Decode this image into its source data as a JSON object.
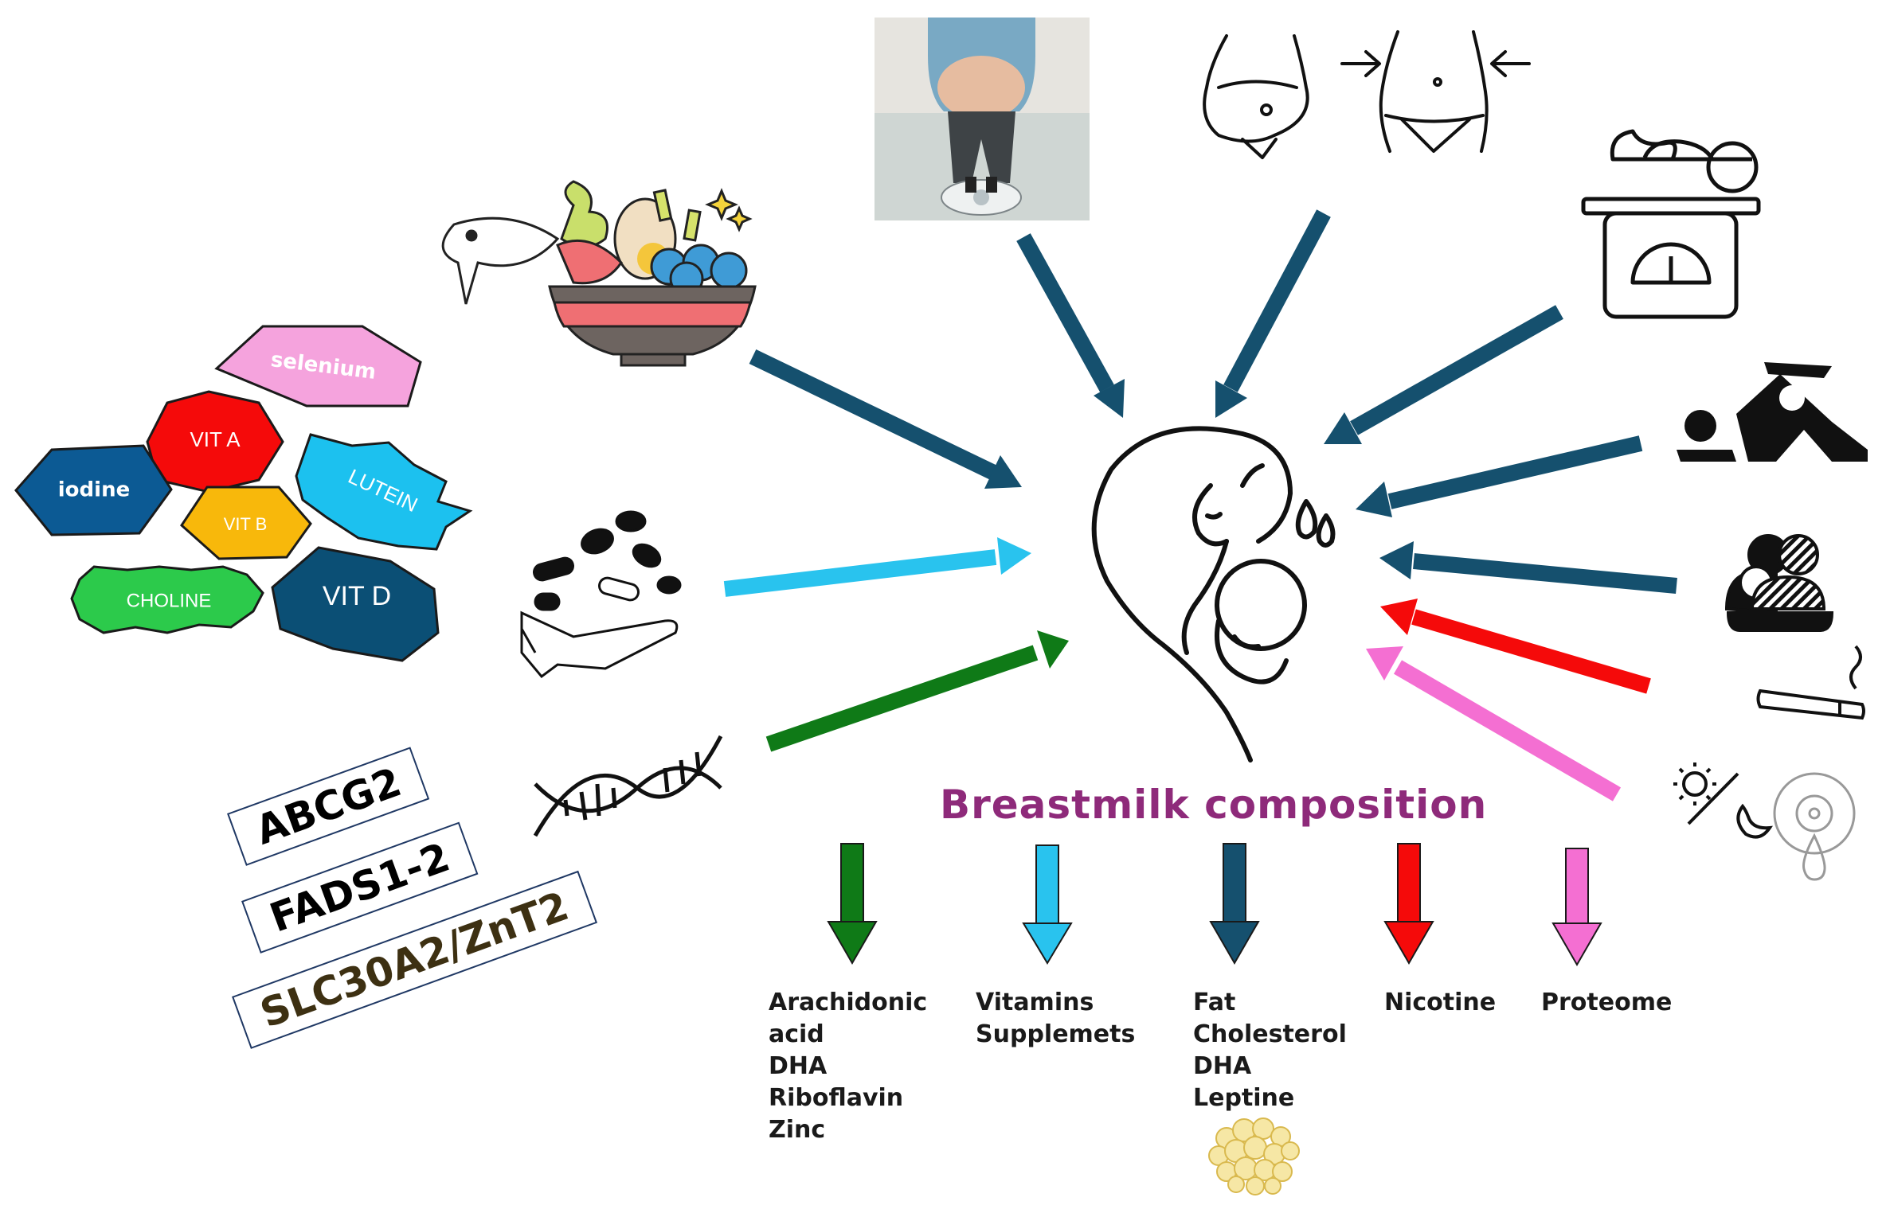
{
  "title": "Breastmilk composition",
  "colors": {
    "navy": "#15506e",
    "sky": "#29c3ee",
    "green": "#0f7a17",
    "red": "#f50a0a",
    "pink": "#f46fd2",
    "title": "#8e2a7a"
  },
  "nutrient_badges": [
    {
      "label": "selenium",
      "color": "#f5a3dd",
      "text_color": "#ffffff"
    },
    {
      "label": "VIT A",
      "color": "#f50a0a",
      "text_color": "#ffffff"
    },
    {
      "label": "iodine",
      "color": "#0c5a94",
      "text_color": "#ffffff"
    },
    {
      "label": "LUTEIN",
      "color": "#1cc1ef",
      "text_color": "#ffffff"
    },
    {
      "label": "VIT B",
      "color": "#f8b80b",
      "text_color": "#ffffff"
    },
    {
      "label": "CHOLINE",
      "color": "#2cca4b",
      "text_color": "#ffffff"
    },
    {
      "label": "VIT D",
      "color": "#0b4f75",
      "text_color": "#ffffff"
    }
  ],
  "genes": [
    {
      "label": "ABCG2",
      "color": "#000000"
    },
    {
      "label": "FADS1-2",
      "color": "#000000"
    },
    {
      "label": "SLC30A2/ZnT2",
      "color": "#3d3012"
    }
  ],
  "output_groups": [
    {
      "color_key": "green",
      "lines": [
        "Arachidonic",
        "acid",
        "DHA",
        "Riboflavin",
        "Zinc"
      ]
    },
    {
      "color_key": "sky",
      "lines": [
        "Vitamins",
        "Supplemets"
      ]
    },
    {
      "color_key": "navy",
      "lines": [
        "Fat",
        "Cholesterol",
        "DHA",
        "Leptine"
      ]
    },
    {
      "color_key": "red",
      "lines": [
        "Nicotine"
      ]
    },
    {
      "color_key": "pink",
      "lines": [
        "Proteome"
      ]
    }
  ],
  "icons": [
    "food-bowl-icon",
    "pregnant-scale-photo-icon",
    "body-weight-change-icon",
    "baby-scale-icon",
    "supplement-pills-icon",
    "dna-icon",
    "mother-breastfeeding-icon",
    "delivery-icon",
    "people-group-icon",
    "cigarette-icon",
    "day-night-icon",
    "breast-milk-drop-icon",
    "fat-droplets-icon"
  ]
}
